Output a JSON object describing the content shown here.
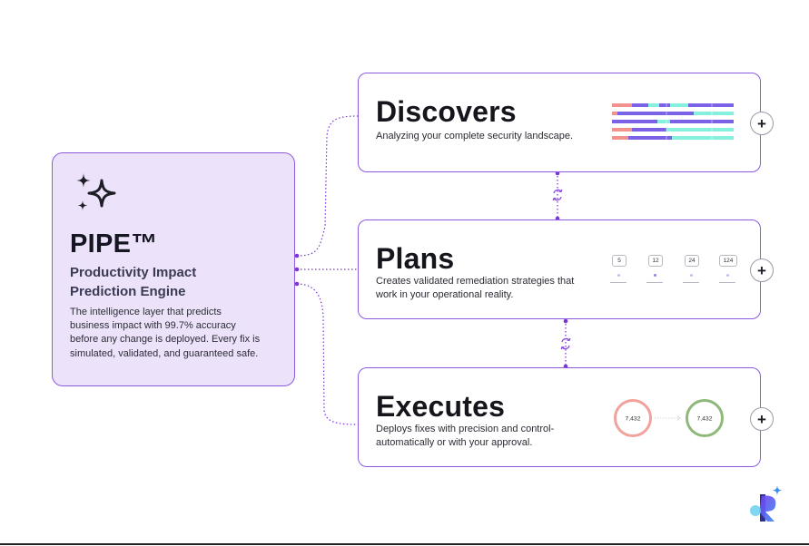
{
  "pipe": {
    "title": "PIPE™",
    "subtitle": "Productivity Impact Prediction Engine",
    "description": "The intelligence layer that predicts business impact with 99.7% accuracy before any change is deployed. Every fix is simulated, validated, and guaranteed safe.",
    "icon": "sparkles-icon"
  },
  "stages": [
    {
      "title": "Discovers",
      "description": "Analyzing your complete security landscape.",
      "action_icon": "plus-icon"
    },
    {
      "title": "Plans",
      "description": "Creates validated remediation strategies that work in your operational reality.",
      "action_icon": "plus-icon",
      "steps": [
        "5",
        "12",
        "24",
        "124"
      ]
    },
    {
      "title": "Executes",
      "description": "Deploys fixes with precision and control- automatically or with your approval.",
      "action_icon": "plus-icon",
      "before_value": "7,432",
      "after_value": "7,432"
    }
  ],
  "connector_icon": "sync-icon",
  "colors": {
    "accent": "#8c5be0",
    "pipe_bg": "#ece3fb",
    "bar_purple": "#7b61e6",
    "bar_cyan": "#86f0df",
    "bar_salmon": "#f1938c",
    "ring_red": "#f2a29c",
    "ring_green": "#8fb87a"
  },
  "logo": "brand-logo"
}
